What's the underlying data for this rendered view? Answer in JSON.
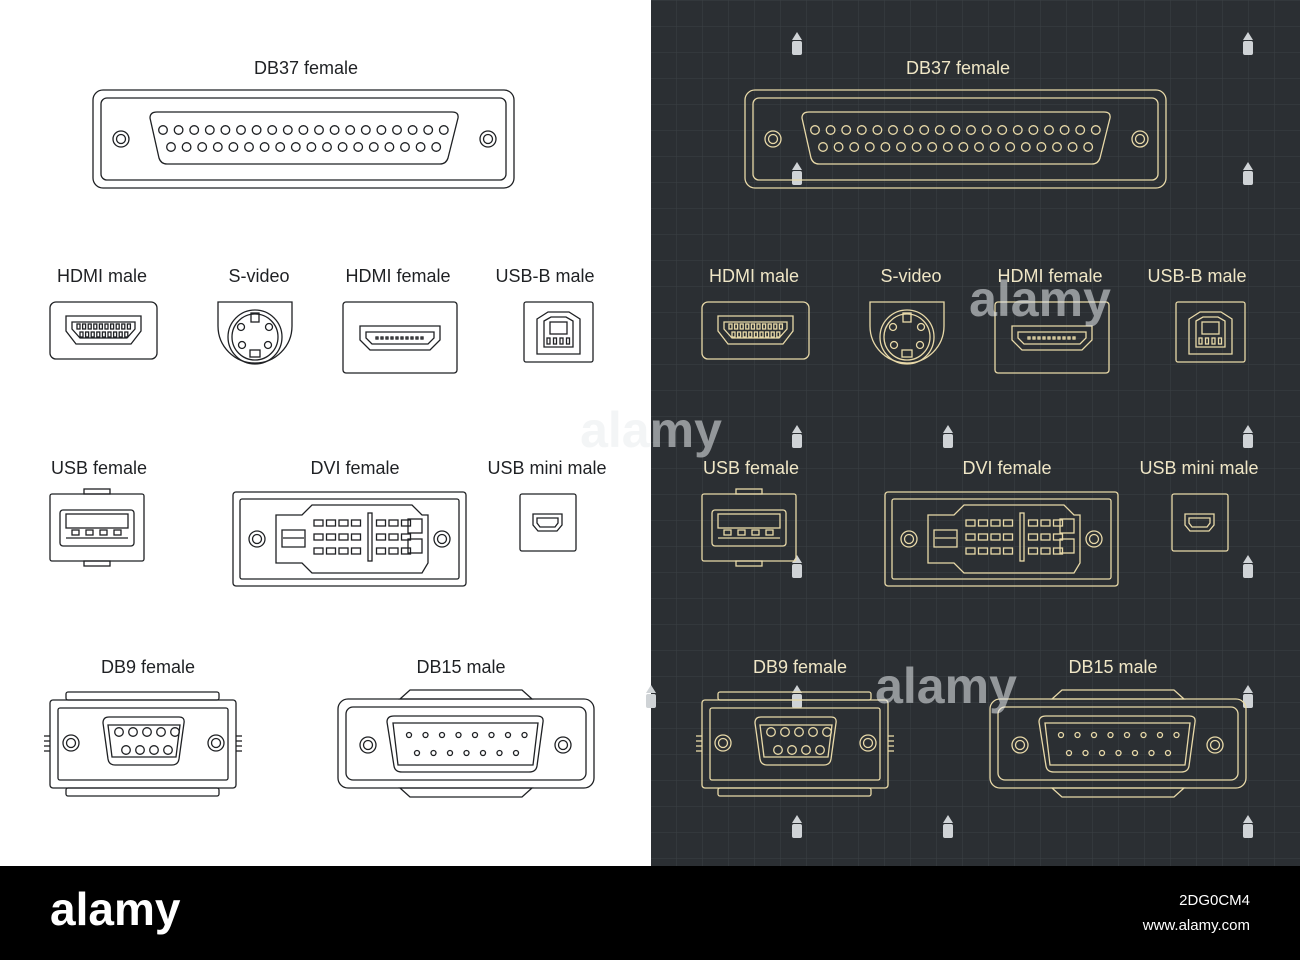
{
  "title": "Connectors blueprint",
  "colors": {
    "light_bg": "#ffffff",
    "light_line": "#1f2124",
    "dark_bg": "#2b2f33",
    "dark_grid": "#3b4045",
    "dark_line": "#e8d9a8",
    "dark_label": "#efe6c6",
    "footer_bg": "#000000"
  },
  "connectors": [
    {
      "id": "db37",
      "label": "DB37 female",
      "icon": "db37-female-connector-icon"
    },
    {
      "id": "hdmi-male",
      "label": "HDMI male",
      "icon": "hdmi-male-connector-icon"
    },
    {
      "id": "s-video",
      "label": "S-video",
      "icon": "s-video-connector-icon"
    },
    {
      "id": "hdmi-female",
      "label": "HDMI female",
      "icon": "hdmi-female-connector-icon"
    },
    {
      "id": "usb-b-male",
      "label": "USB-B male",
      "icon": "usb-b-male-connector-icon"
    },
    {
      "id": "usb-female",
      "label": "USB female",
      "icon": "usb-female-connector-icon"
    },
    {
      "id": "dvi-female",
      "label": "DVI female",
      "icon": "dvi-female-connector-icon"
    },
    {
      "id": "usb-mini-male",
      "label": "USB mini male",
      "icon": "usb-mini-male-connector-icon"
    },
    {
      "id": "db9-female",
      "label": "DB9 female",
      "icon": "db9-female-connector-icon"
    },
    {
      "id": "db15-male",
      "label": "DB15 male",
      "icon": "db15-male-connector-icon"
    }
  ],
  "watermarks": [
    "alamy",
    "alamy",
    "alamy"
  ],
  "footer": {
    "brand": "alamy",
    "image_id": "2DG0CM4",
    "site": "www.alamy.com"
  }
}
